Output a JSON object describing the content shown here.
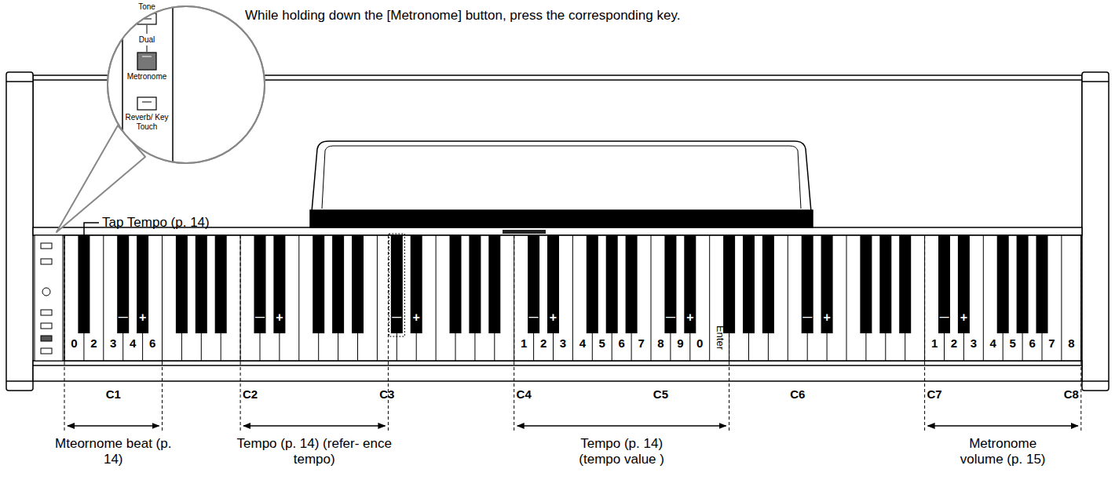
{
  "diagram": {
    "labels": [
      "While holding down the [Metronome] button, press the corresponding key.",
      "Tone",
      "Dual",
      "Metronome",
      "Reverb/ Key Touch",
      "Tap Tempo (p. 14)",
      "0",
      "2",
      "3",
      "4",
      "6",
      "—",
      "+",
      "—",
      "+",
      "—",
      "+",
      "—",
      "+",
      "1",
      "2",
      "3",
      "4",
      "5",
      "6",
      "7",
      "8",
      "9",
      "0",
      "—",
      "+",
      "Enter",
      "—",
      "+",
      "—",
      "+",
      "1",
      "2",
      "3",
      "4",
      "5",
      "6",
      "7",
      "8",
      "C1",
      "C2",
      "C3",
      "C4",
      "C5",
      "C6",
      "C7",
      "C8",
      "Mteornome beat (p. 14)",
      "Tempo (p. 14) (refer- ence tempo)",
      "Tempo (p. 14) (tempo value )",
      "Metronome volume (p. 15)"
    ]
  }
}
